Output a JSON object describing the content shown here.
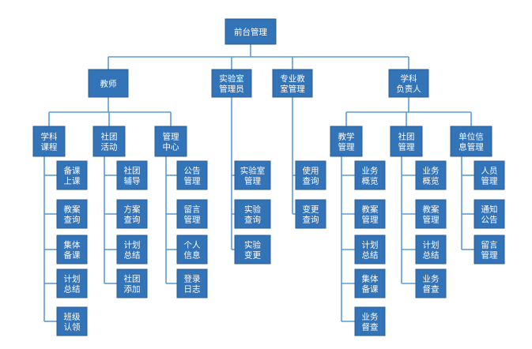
{
  "chart_data": {
    "type": "diagram",
    "colors": {
      "box_fill": "#3373b8",
      "box_border": "#2f5f91",
      "connector": "#5b9bd5",
      "text": "#ffffff"
    },
    "nodes": [
      {
        "id": "root",
        "lines": [
          "前台管理"
        ]
      },
      {
        "id": "teacher",
        "lines": [
          "教师"
        ]
      },
      {
        "id": "labadmin",
        "lines": [
          "实验室",
          "管理员"
        ]
      },
      {
        "id": "profclass",
        "lines": [
          "专业教",
          "室管理"
        ]
      },
      {
        "id": "subjlead",
        "lines": [
          "学科",
          "负责人"
        ]
      },
      {
        "id": "t_course",
        "lines": [
          "学科",
          "课程"
        ]
      },
      {
        "id": "t_club",
        "lines": [
          "社团",
          "活动"
        ]
      },
      {
        "id": "t_mgmt",
        "lines": [
          "管理",
          "中心"
        ]
      },
      {
        "id": "tc_1",
        "lines": [
          "备课",
          "上课"
        ]
      },
      {
        "id": "tc_2",
        "lines": [
          "教案",
          "查询"
        ]
      },
      {
        "id": "tc_3",
        "lines": [
          "集体",
          "备课"
        ]
      },
      {
        "id": "tc_4",
        "lines": [
          "计划",
          "总结"
        ]
      },
      {
        "id": "tc_5",
        "lines": [
          "班级",
          "认领"
        ]
      },
      {
        "id": "tk_1",
        "lines": [
          "社团",
          "辅导"
        ]
      },
      {
        "id": "tk_2",
        "lines": [
          "方案",
          "查询"
        ]
      },
      {
        "id": "tk_3",
        "lines": [
          "计划",
          "总结"
        ]
      },
      {
        "id": "tk_4",
        "lines": [
          "社团",
          "添加"
        ]
      },
      {
        "id": "tm_1",
        "lines": [
          "公告",
          "管理"
        ]
      },
      {
        "id": "tm_2",
        "lines": [
          "留言",
          "管理"
        ]
      },
      {
        "id": "tm_3",
        "lines": [
          "个人",
          "信息"
        ]
      },
      {
        "id": "tm_4",
        "lines": [
          "登录",
          "日志"
        ]
      },
      {
        "id": "la_1",
        "lines": [
          "实验室",
          "管理"
        ]
      },
      {
        "id": "la_2",
        "lines": [
          "实验",
          "查询"
        ]
      },
      {
        "id": "la_3",
        "lines": [
          "实验",
          "变更"
        ]
      },
      {
        "id": "pc_1",
        "lines": [
          "使用",
          "查询"
        ]
      },
      {
        "id": "pc_2",
        "lines": [
          "变更",
          "查询"
        ]
      },
      {
        "id": "s_teach",
        "lines": [
          "教学",
          "管理"
        ]
      },
      {
        "id": "s_club",
        "lines": [
          "社团",
          "管理"
        ]
      },
      {
        "id": "s_unit",
        "lines": [
          "单位信",
          "息管理"
        ]
      },
      {
        "id": "st_1",
        "lines": [
          "业务",
          "概览"
        ]
      },
      {
        "id": "st_2",
        "lines": [
          "教案",
          "管理"
        ]
      },
      {
        "id": "st_3",
        "lines": [
          "计划",
          "总结"
        ]
      },
      {
        "id": "st_4",
        "lines": [
          "集体",
          "备课"
        ]
      },
      {
        "id": "st_5",
        "lines": [
          "业务",
          "督查"
        ]
      },
      {
        "id": "sc_1",
        "lines": [
          "业务",
          "概览"
        ]
      },
      {
        "id": "sc_2",
        "lines": [
          "教案",
          "管理"
        ]
      },
      {
        "id": "sc_3",
        "lines": [
          "计划",
          "总结"
        ]
      },
      {
        "id": "sc_4",
        "lines": [
          "业务",
          "督查"
        ]
      },
      {
        "id": "su_1",
        "lines": [
          "人员",
          "管理"
        ]
      },
      {
        "id": "su_2",
        "lines": [
          "通知",
          "公告"
        ]
      },
      {
        "id": "su_3",
        "lines": [
          "留言",
          "管理"
        ]
      }
    ],
    "edges": [
      [
        "root",
        "teacher"
      ],
      [
        "root",
        "labadmin"
      ],
      [
        "root",
        "profclass"
      ],
      [
        "root",
        "subjlead"
      ],
      [
        "teacher",
        "t_course"
      ],
      [
        "teacher",
        "t_club"
      ],
      [
        "teacher",
        "t_mgmt"
      ],
      [
        "t_course",
        "tc_1"
      ],
      [
        "t_course",
        "tc_2"
      ],
      [
        "t_course",
        "tc_3"
      ],
      [
        "t_course",
        "tc_4"
      ],
      [
        "t_course",
        "tc_5"
      ],
      [
        "t_club",
        "tk_1"
      ],
      [
        "t_club",
        "tk_2"
      ],
      [
        "t_club",
        "tk_3"
      ],
      [
        "t_club",
        "tk_4"
      ],
      [
        "t_mgmt",
        "tm_1"
      ],
      [
        "t_mgmt",
        "tm_2"
      ],
      [
        "t_mgmt",
        "tm_3"
      ],
      [
        "t_mgmt",
        "tm_4"
      ],
      [
        "labadmin",
        "la_1"
      ],
      [
        "labadmin",
        "la_2"
      ],
      [
        "labadmin",
        "la_3"
      ],
      [
        "profclass",
        "pc_1"
      ],
      [
        "profclass",
        "pc_2"
      ],
      [
        "subjlead",
        "s_teach"
      ],
      [
        "subjlead",
        "s_club"
      ],
      [
        "subjlead",
        "s_unit"
      ],
      [
        "s_teach",
        "st_1"
      ],
      [
        "s_teach",
        "st_2"
      ],
      [
        "s_teach",
        "st_3"
      ],
      [
        "s_teach",
        "st_4"
      ],
      [
        "s_teach",
        "st_5"
      ],
      [
        "s_club",
        "sc_1"
      ],
      [
        "s_club",
        "sc_2"
      ],
      [
        "s_club",
        "sc_3"
      ],
      [
        "s_club",
        "sc_4"
      ],
      [
        "s_unit",
        "su_1"
      ],
      [
        "s_unit",
        "su_2"
      ],
      [
        "s_unit",
        "su_3"
      ]
    ]
  }
}
